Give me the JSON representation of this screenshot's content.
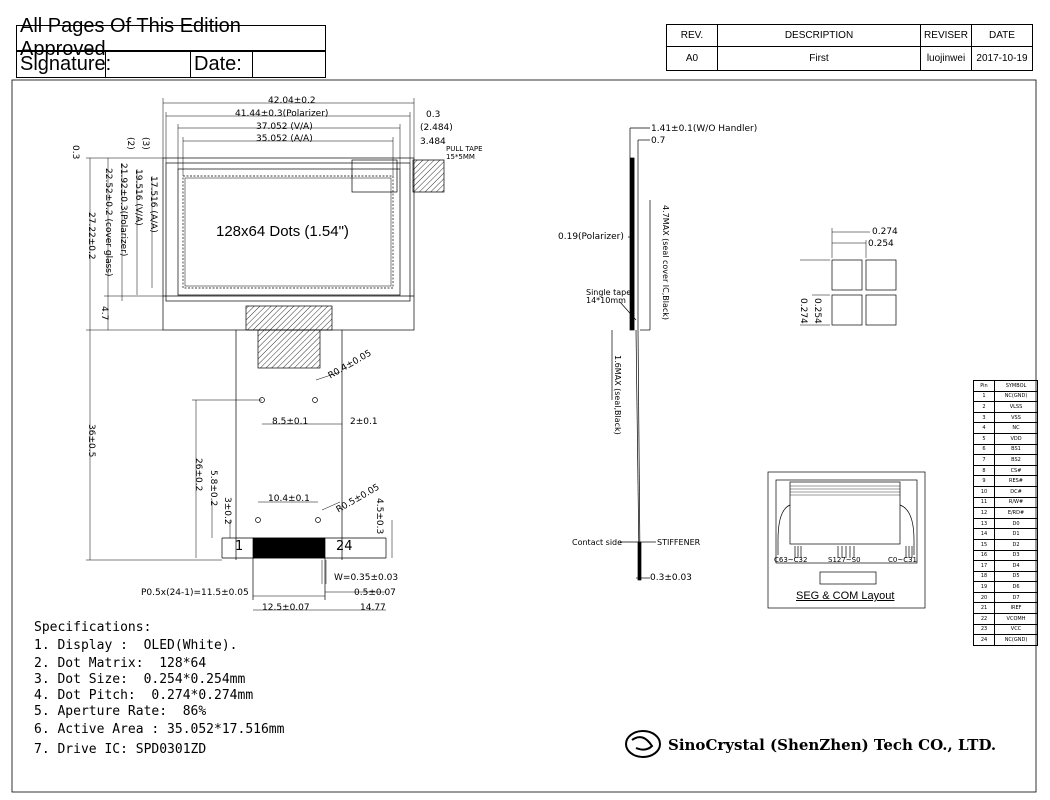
{
  "header": {
    "approved": "All Pages Of This Edition Approved",
    "signature": "Signature:",
    "date": "Date:",
    "rev_header": "REV.",
    "desc_header": "DESCRIPTION",
    "reviser_header": "REVISER",
    "date_header": "DATE",
    "rev_value": "A0",
    "desc_value": "First",
    "reviser_value": "luojinwei",
    "date_value": "2017-10-19"
  },
  "front": {
    "dots_label": "128x64 Dots (1.54\")",
    "w_outline": "42.04±0.2",
    "w_polarizer": "41.44±0.3(Polarizer)",
    "w_va": "37.052 (V/A)",
    "w_aa": "35.052 (A/A)",
    "r_03": "0.3",
    "r_2484": "(2.484)",
    "r_3484": "3.484",
    "pull_tape_1": "PULL TAPE",
    "pull_tape_2": "15*5MM",
    "h_03": "0.3",
    "h_3": "(3)",
    "h_2": "(2)",
    "h_aa": "17.516 (A/A)",
    "h_va": "19.516 (V/A)",
    "h_pol": "21.92±0.3(Polarizer)",
    "h_glass": "22.52±0.2 (cover glass)",
    "h_total": "27.22±0.2",
    "h_47": "4.7",
    "h_fpc": "36±0.5",
    "fpc_r04": "R0.4±0.05",
    "fpc_85": "8.5±0.1",
    "fpc_2": "2±0.1",
    "fpc_26": "26±0.2",
    "fpc_58": "5.8±0.2",
    "fpc_3": "3±0.2",
    "fpc_104": "10.4±0.1",
    "fpc_r05": "R0.5±0.05",
    "fpc_45": "4.5±0.3",
    "pin_1": "1",
    "pin_24": "24",
    "w_035": "W=0.35±0.03",
    "pitch": "P0.5x(24-1)=11.5±0.05",
    "p_05": "0.5±0.07",
    "b_1256": "12.5±0.07",
    "b_1477": "14.77"
  },
  "side": {
    "handler": "1.41±0.1(W/O Handler)",
    "t07": "0.7",
    "polarizer": "0.19(Polarizer)",
    "seal": "4.7MAX (seal cover IC,Black)",
    "single_tape_1": "Single tape",
    "single_tape_2": "14*10mm",
    "max16": "1.6MAX (seal,Black)",
    "contact": "Contact side",
    "stiffener": "STIFFENER",
    "t03": "0.3±0.03"
  },
  "dots": {
    "d0274": "0.274",
    "d0254": "0.254",
    "v0254": "0.254",
    "v0274": "0.274"
  },
  "layout": {
    "seg1": "C63~C32",
    "seg2": "S127~S0",
    "seg3": "C0~C31",
    "title": "SEG & COM Layout"
  },
  "specs": {
    "title": "Specifications:",
    "items": [
      "1. Display :  OLED(White).",
      "2. Dot Matrix:  128*64",
      "3. Dot Size:  0.254*0.254mm",
      "4. Dot Pitch:  0.274*0.274mm",
      "5. Aperture Rate:  86%",
      "6. Active Area : 35.052*17.516mm",
      "7. Drive IC: SPD0301ZD"
    ]
  },
  "company": "SinoCrystal (ShenZhen) Tech CO., LTD.",
  "pins": {
    "h_pin": "Pin",
    "h_symbol": "SYMBOL",
    "rows": [
      [
        "1",
        "NC(GND)"
      ],
      [
        "2",
        "VLSS"
      ],
      [
        "3",
        "VSS"
      ],
      [
        "4",
        "NC"
      ],
      [
        "5",
        "VDD"
      ],
      [
        "6",
        "BS1"
      ],
      [
        "7",
        "BS2"
      ],
      [
        "8",
        "CS#"
      ],
      [
        "9",
        "RES#"
      ],
      [
        "10",
        "DC#"
      ],
      [
        "11",
        "R/W#"
      ],
      [
        "12",
        "E/RD#"
      ],
      [
        "13",
        "D0"
      ],
      [
        "14",
        "D1"
      ],
      [
        "15",
        "D2"
      ],
      [
        "16",
        "D3"
      ],
      [
        "17",
        "D4"
      ],
      [
        "18",
        "D5"
      ],
      [
        "19",
        "D6"
      ],
      [
        "20",
        "D7"
      ],
      [
        "21",
        "IREF"
      ],
      [
        "22",
        "VCOMH"
      ],
      [
        "23",
        "VCC"
      ],
      [
        "24",
        "NC(GND)"
      ]
    ]
  }
}
